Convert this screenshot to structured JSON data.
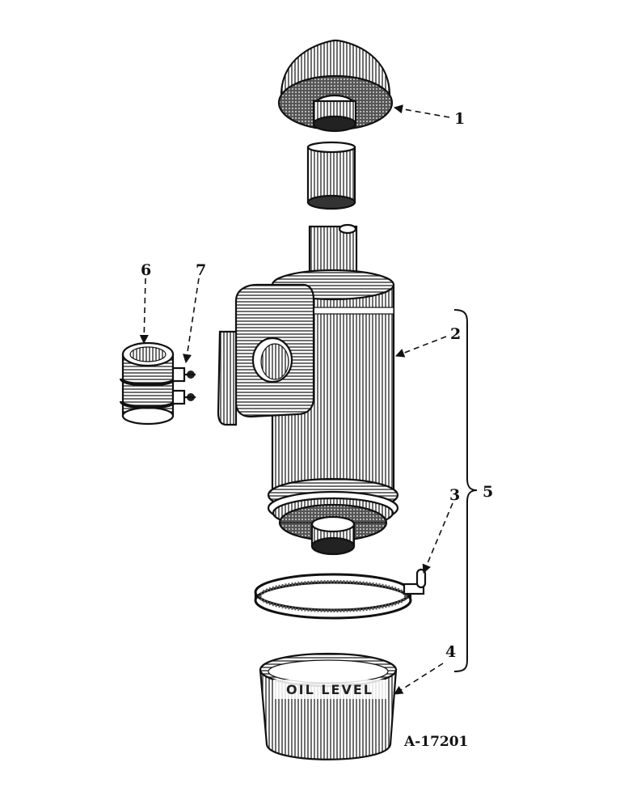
{
  "callouts": {
    "c1": "1",
    "c2": "2",
    "c3": "3",
    "c4": "4",
    "c5": "5",
    "c6": "6",
    "c7": "7"
  },
  "figure_number": "A-17201",
  "cup_text": "OIL LEVEL"
}
